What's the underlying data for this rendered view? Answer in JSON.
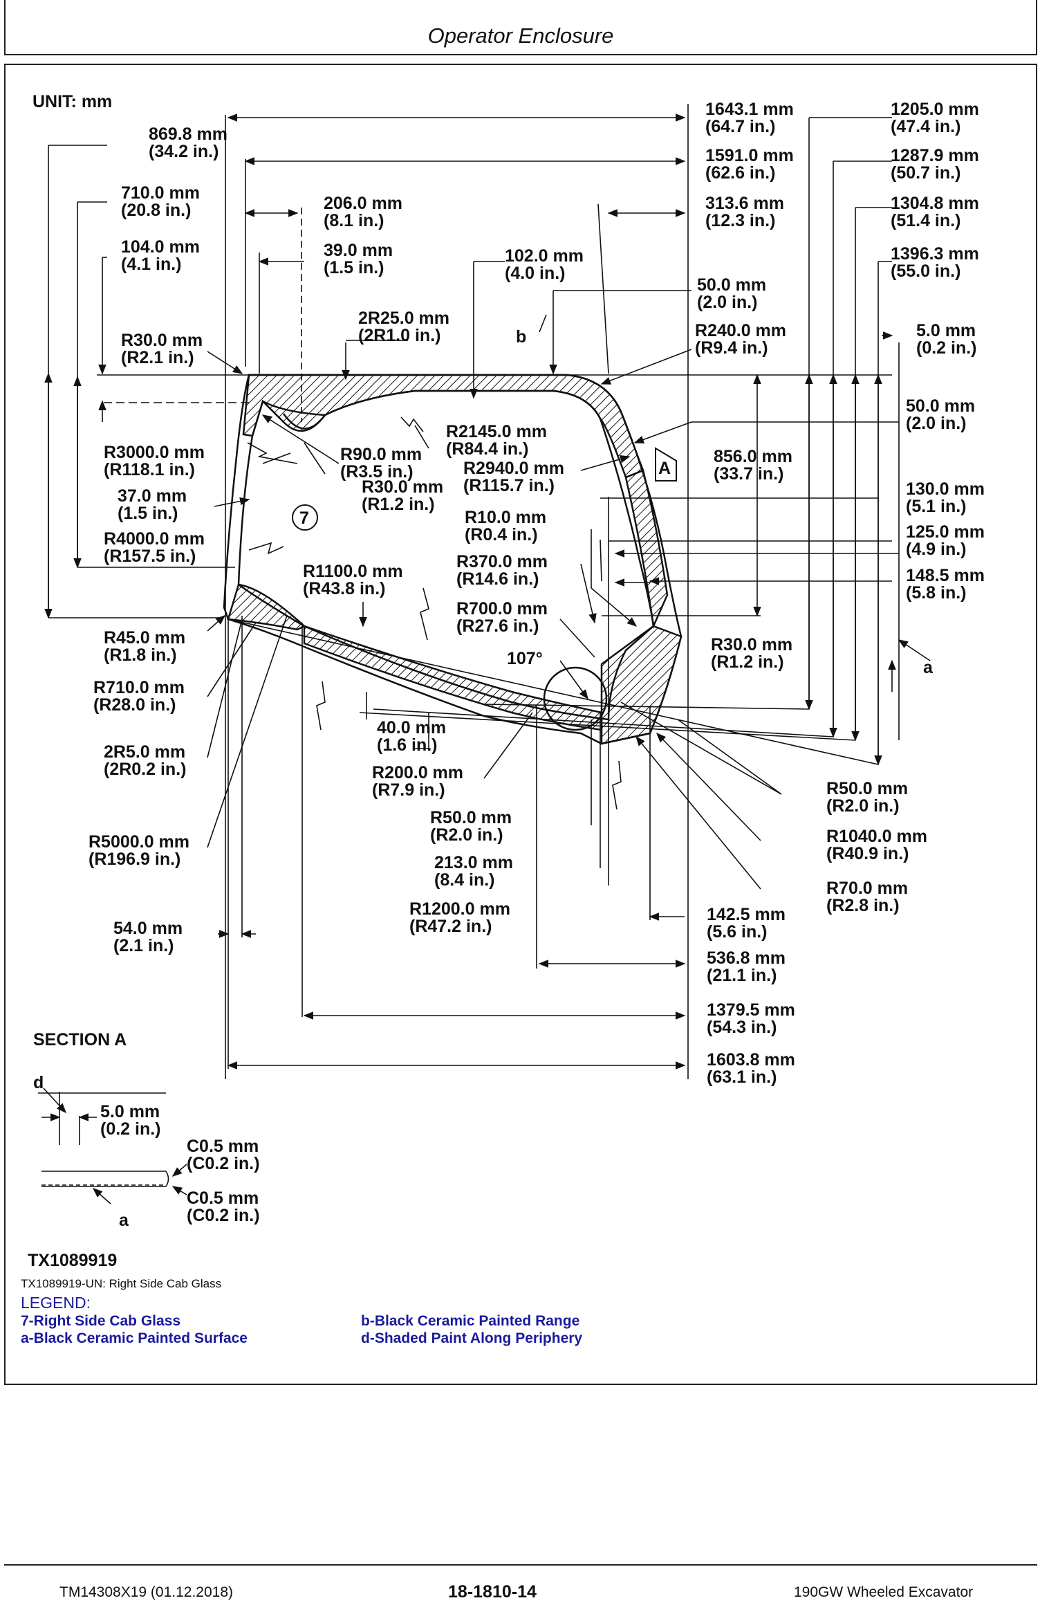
{
  "header": {
    "title": "Operator Enclosure"
  },
  "figure": {
    "unit_label": "UNIT: mm",
    "section_title": "SECTION A",
    "figure_id": "TX1089919",
    "callouts": {
      "glass": "7",
      "painted_surface": "a",
      "painted_range": "b",
      "shaded": "d",
      "section_marker": "A",
      "angle": "107°"
    },
    "dimensions": [
      {
        "id": "d1643",
        "mm": "1643.1 mm",
        "in": "(64.7 in.)"
      },
      {
        "id": "d1205",
        "mm": "1205.0 mm",
        "in": "(47.4 in.)"
      },
      {
        "id": "d869",
        "mm": "869.8 mm",
        "in": "(34.2 in.)"
      },
      {
        "id": "d1591",
        "mm": "1591.0 mm",
        "in": "(62.6 in.)"
      },
      {
        "id": "d1287",
        "mm": "1287.9 mm",
        "in": "(50.7 in.)"
      },
      {
        "id": "d710",
        "mm": "710.0 mm",
        "in": "(20.8 in.)"
      },
      {
        "id": "d206",
        "mm": "206.0 mm",
        "in": "(8.1 in.)"
      },
      {
        "id": "d313",
        "mm": "313.6 mm",
        "in": "(12.3 in.)"
      },
      {
        "id": "d1304",
        "mm": "1304.8 mm",
        "in": "(51.4 in.)"
      },
      {
        "id": "d104",
        "mm": "104.0 mm",
        "in": "(4.1 in.)"
      },
      {
        "id": "d39",
        "mm": "39.0 mm",
        "in": "(1.5 in.)"
      },
      {
        "id": "d102",
        "mm": "102.0 mm",
        "in": "(4.0 in.)"
      },
      {
        "id": "d1396",
        "mm": "1396.3 mm",
        "in": "(55.0 in.)"
      },
      {
        "id": "d50a",
        "mm": "50.0 mm",
        "in": "(2.0 in.)"
      },
      {
        "id": "d2r25",
        "mm": "2R25.0 mm",
        "in": "(2R1.0 in.)"
      },
      {
        "id": "dr240",
        "mm": "R240.0 mm",
        "in": "(R9.4 in.)"
      },
      {
        "id": "d5a",
        "mm": "5.0 mm",
        "in": "(0.2 in.)"
      },
      {
        "id": "dr30a",
        "mm": "R30.0 mm",
        "in": "(R2.1 in.)"
      },
      {
        "id": "d50b",
        "mm": "50.0 mm",
        "in": "(2.0 in.)"
      },
      {
        "id": "dr2145",
        "mm": "R2145.0 mm",
        "in": "(R84.4 in.)"
      },
      {
        "id": "dr3000",
        "mm": "R3000.0 mm",
        "in": "(R118.1 in.)"
      },
      {
        "id": "dr90",
        "mm": "R90.0 mm",
        "in": "(R3.5 in.)"
      },
      {
        "id": "dr2940",
        "mm": "R2940.0 mm",
        "in": "(R115.7 in.)"
      },
      {
        "id": "d856",
        "mm": "856.0 mm",
        "in": "(33.7 in.)"
      },
      {
        "id": "dr30b",
        "mm": "R30.0 mm",
        "in": "(R1.2 in.)"
      },
      {
        "id": "d37",
        "mm": "37.0 mm",
        "in": "(1.5 in.)"
      },
      {
        "id": "d130",
        "mm": "130.0 mm",
        "in": "(5.1 in.)"
      },
      {
        "id": "dr10",
        "mm": "R10.0 mm",
        "in": "(R0.4 in.)"
      },
      {
        "id": "dr4000",
        "mm": "R4000.0 mm",
        "in": "(R157.5 in.)"
      },
      {
        "id": "d125",
        "mm": "125.0 mm",
        "in": "(4.9 in.)"
      },
      {
        "id": "dr370",
        "mm": "R370.0 mm",
        "in": "(R14.6 in.)"
      },
      {
        "id": "dr1100",
        "mm": "R1100.0 mm",
        "in": "(R43.8 in.)"
      },
      {
        "id": "d148",
        "mm": "148.5 mm",
        "in": "(5.8 in.)"
      },
      {
        "id": "dr700",
        "mm": "R700.0 mm",
        "in": "(R27.6 in.)"
      },
      {
        "id": "dr45",
        "mm": "R45.0 mm",
        "in": "(R1.8 in.)"
      },
      {
        "id": "dr30c",
        "mm": "R30.0 mm",
        "in": "(R1.2 in.)"
      },
      {
        "id": "dr710",
        "mm": "R710.0 mm",
        "in": "(R28.0 in.)"
      },
      {
        "id": "d40",
        "mm": "40.0 mm",
        "in": "(1.6 in.)"
      },
      {
        "id": "d2r5",
        "mm": "2R5.0 mm",
        "in": "(2R0.2 in.)"
      },
      {
        "id": "dr200",
        "mm": "R200.0 mm",
        "in": "(R7.9 in.)"
      },
      {
        "id": "dr50a",
        "mm": "R50.0 mm",
        "in": "(R2.0 in.)"
      },
      {
        "id": "dr50b",
        "mm": "R50.0 mm",
        "in": "(R2.0 in.)"
      },
      {
        "id": "dr1040",
        "mm": "R1040.0 mm",
        "in": "(R40.9 in.)"
      },
      {
        "id": "dr5000",
        "mm": "R5000.0 mm",
        "in": "(R196.9 in.)"
      },
      {
        "id": "d213",
        "mm": "213.0 mm",
        "in": "(8.4 in.)"
      },
      {
        "id": "dr70",
        "mm": "R70.0 mm",
        "in": "(R2.8 in.)"
      },
      {
        "id": "dr1200",
        "mm": "R1200.0 mm",
        "in": "(R47.2 in.)"
      },
      {
        "id": "d142",
        "mm": "142.5 mm",
        "in": "(5.6 in.)"
      },
      {
        "id": "d54",
        "mm": "54.0 mm",
        "in": "(2.1 in.)"
      },
      {
        "id": "d536",
        "mm": "536.8 mm",
        "in": "(21.1 in.)"
      },
      {
        "id": "d1379",
        "mm": "1379.5 mm",
        "in": "(54.3 in.)"
      },
      {
        "id": "d1603",
        "mm": "1603.8 mm",
        "in": "(63.1 in.)"
      },
      {
        "id": "s5",
        "mm": "5.0 mm",
        "in": "(0.2 in.)"
      },
      {
        "id": "sc05a",
        "mm": "C0.5 mm",
        "in": "(C0.2 in.)"
      },
      {
        "id": "sc05b",
        "mm": "C0.5 mm",
        "in": "(C0.2 in.)"
      }
    ]
  },
  "caption": "TX1089919-UN: Right Side Cab Glass",
  "legend": {
    "title": "LEGEND:",
    "items": [
      "7-Right Side Cab Glass",
      "a-Black Ceramic Painted Surface",
      "b-Black Ceramic Painted Range",
      "d-Shaded Paint Along Periphery"
    ]
  },
  "footer": {
    "doc_id": "TM14308X19 (01.12.2018)",
    "page": "18-1810-14",
    "model": "190GW Wheeled Excavator"
  }
}
